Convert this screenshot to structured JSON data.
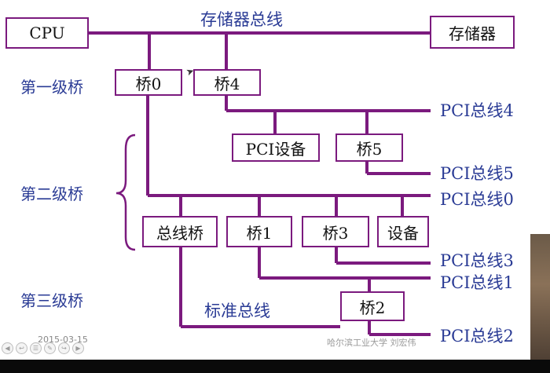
{
  "colors": {
    "line": "#7b1a7e",
    "label_blue": "#2a3b95",
    "box_text": "#111111"
  },
  "diagram": {
    "boxes": {
      "cpu": "CPU",
      "memory": "存储器",
      "bridge0": "桥0",
      "bridge4": "桥4",
      "pci_device": "PCI设备",
      "bridge5": "桥5",
      "bus_bridge": "总线桥",
      "bridge1": "桥1",
      "bridge3": "桥3",
      "device": "设备",
      "bridge2": "桥2"
    },
    "bus_labels": {
      "memory_bus": "存储器总线",
      "pci4": "PCI总线4",
      "pci5": "PCI总线5",
      "pci0": "PCI总线0",
      "pci3": "PCI总线3",
      "pci1": "PCI总线1",
      "pci2": "PCI总线2",
      "standard_bus": "标准总线"
    },
    "levels": {
      "first": "第一级桥",
      "second": "第二级桥",
      "third": "第三级桥"
    }
  },
  "footer": {
    "date": "2015-03-15",
    "institution": "哈尔滨工业大学  刘宏伟"
  },
  "nav_icons": [
    "prev-icon",
    "back-icon",
    "menu-icon",
    "edit-icon",
    "forward-icon",
    "next-icon"
  ]
}
